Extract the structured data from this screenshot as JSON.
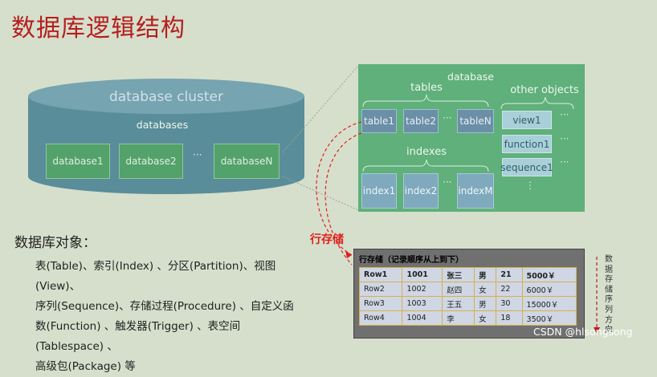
{
  "title": "数据库逻辑结构",
  "cluster": {
    "label": "database cluster",
    "databases_label": "databases",
    "databases": [
      "database1",
      "database2",
      "databaseN"
    ],
    "dots": "···"
  },
  "database": {
    "label": "database",
    "tables_label": "tables",
    "tables": [
      "table1",
      "table2",
      "tableN"
    ],
    "indexes_label": "indexes",
    "indexes": [
      "index1",
      "index2",
      "indexM"
    ],
    "other_label": "other objects",
    "others": [
      "view1",
      "function1",
      "sequence1"
    ],
    "dots": "···",
    "vdots": "⋮"
  },
  "objects": {
    "heading": "数据库对象：",
    "lines": [
      "表(Table)、索引(Index) 、分区(Partition)、视图(View)、",
      "序列(Sequence)、存储过程(Procedure) 、自定义函",
      "数(Function) 、触发器(Trigger) 、表空间(Tablespace) 、",
      "高级包(Package) 等"
    ]
  },
  "row_store": {
    "label": "行存储",
    "table_title": "行存储（记录顺序从上到下）",
    "rows": [
      [
        "Row1",
        "1001",
        "张三",
        "男",
        "21",
        "5000￥"
      ],
      [
        "Row2",
        "1002",
        "赵四",
        "女",
        "22",
        "6000￥"
      ],
      [
        "Row3",
        "1003",
        "王五",
        "男",
        "30",
        "15000￥"
      ],
      [
        "Row4",
        "1004",
        "李",
        "女",
        "18",
        "3500￥"
      ]
    ],
    "direction_label": "数据存储序列方向"
  },
  "watermark": "CSDN @hlsongsong",
  "colors": {
    "title": "#b51f1f",
    "cylinder": "#5a8d9a",
    "database_panel": "#5fb07a",
    "row_store_label": "#e0201c",
    "grid_line": "#d8b04a"
  }
}
